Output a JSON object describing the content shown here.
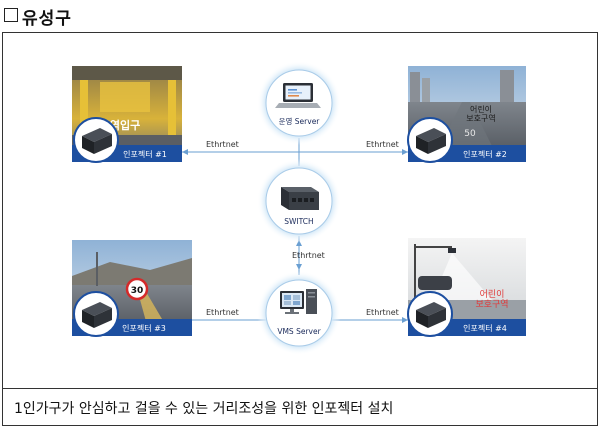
{
  "header": {
    "title": "유성구"
  },
  "caption": "1인가구가 안심하고 걸을 수 있는 거리조성을 위한 인포젝터 설치",
  "nodes": {
    "server_ops": "운영 Server",
    "switch": "SWITCH",
    "server_vms": "VMS Server"
  },
  "projectors": [
    {
      "label": "인포젝터 #1",
      "scene_text": "구역입구"
    },
    {
      "label": "인포젝터 #2",
      "scene_text": "어린이\n보호구역"
    },
    {
      "label": "인포젝터 #3",
      "scene_text": "30"
    },
    {
      "label": "인포젝터 #4",
      "scene_text": "어린이\n보호구역"
    }
  ],
  "links": {
    "top_left": "Ethrtnet",
    "top_right": "Ethrtnet",
    "middle": "Ethrtnet",
    "bottom_left": "Ethrtnet",
    "bottom_right": "Ethrtnet"
  }
}
